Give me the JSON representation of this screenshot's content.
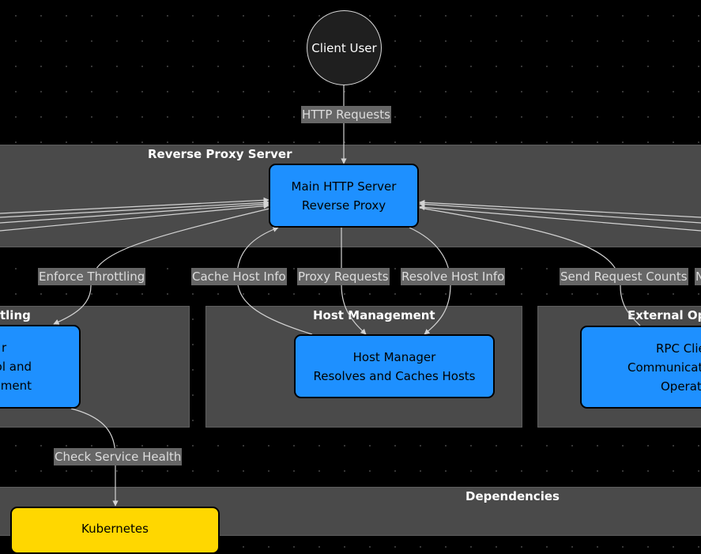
{
  "client": {
    "label": "Client User"
  },
  "clusters": {
    "reverse_proxy": "Reverse Proxy Server",
    "throttling": "tling",
    "host_management": "Host Management",
    "external_ops": "External Ope",
    "dependencies": "Dependencies"
  },
  "nodes": {
    "main_server": {
      "line1": "Main HTTP Server",
      "line2": "Reverse Proxy"
    },
    "throttle": {
      "line1": "r",
      "line2": "trol and",
      "line3": "ement"
    },
    "host_manager": {
      "line1": "Host Manager",
      "line2": "Resolves and Caches Hosts"
    },
    "rpc_client": {
      "line1": "RPC Clie",
      "line2": "Communicate",
      "line3": "Operat"
    },
    "kubernetes": {
      "line1": "Kubernetes"
    }
  },
  "edge_labels": {
    "http_requests": "HTTP Requests",
    "enforce_throttling": "Enforce Throttling",
    "cache_host_info": "Cache Host Info",
    "proxy_requests": "Proxy Requests",
    "resolve_host_info": "Resolve Host Info",
    "send_request_counts": "Send Request Counts",
    "partial_right": "N",
    "check_service_health": "Check Service Health"
  },
  "colors": {
    "background": "#000000",
    "cluster_fill": "#4a4a4a",
    "node_blue": "#1e90ff",
    "node_yellow": "#ffd700",
    "edge": "#d3d3d3"
  }
}
